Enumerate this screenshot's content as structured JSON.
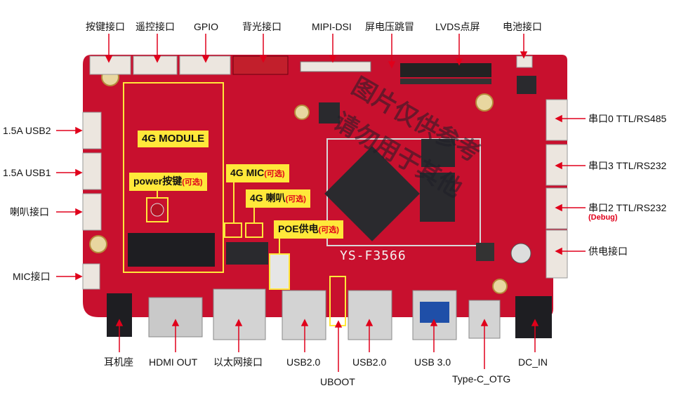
{
  "top_labels": [
    "按键接口",
    "遥控接口",
    "GPIO",
    "背光接口",
    "MIPI-DSI",
    "屏电压跳冒",
    "LVDS点屏",
    "电池接口"
  ],
  "left_labels": [
    "1.5A USB2",
    "1.5A USB1",
    "喇叭接口",
    "MIC接口"
  ],
  "right_labels": [
    "串口0 TTL/RS485",
    "串口3 TTL/RS232",
    "串口2 TTL/RS232",
    "供电接口"
  ],
  "debug_note": "(Debug)",
  "bottom_labels": [
    "耳机座",
    "HDMI OUT",
    "以太网接口",
    "USB2.0",
    "USB2.0",
    "USB 3.0",
    "Type-C_OTG",
    "DC_IN"
  ],
  "uboot_label": "UBOOT",
  "callouts": {
    "module_4g": "4G MODULE",
    "power_key": "power按键",
    "mic_4g": "4G  MIC",
    "speaker_4g": "4G  喇叭",
    "poe": "POE供电",
    "optional": "(可选)"
  },
  "board_silk": "YS-F3566",
  "watermark_line1": "图片仅供参考",
  "watermark_line2": "请勿用于其他",
  "colors": {
    "pcb": "#c8102e",
    "callout": "#ffe83a",
    "leader": "#e0001b",
    "accent_red": "#e0001b"
  }
}
